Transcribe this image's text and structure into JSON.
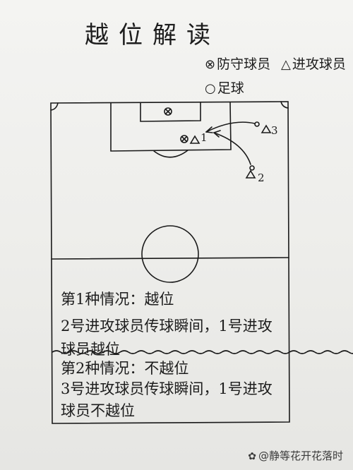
{
  "title": "越位解读",
  "legend": {
    "defender_symbol": "⊗",
    "defender_label": "防守球员",
    "attacker_symbol": "△",
    "attacker_label": "进攻球员",
    "ball_symbol": "○",
    "ball_label": "足球"
  },
  "players": {
    "attacker_1": "1",
    "attacker_2": "2",
    "attacker_3": "3"
  },
  "notes": {
    "case1_title": "第1种情况：越位",
    "case1_line1": "2号进攻球员传球瞬间，1号进攻",
    "case1_line2": "球员越位",
    "case2_title": "第2种情况：不越位",
    "case2_line1": "3号进攻球员传球瞬间，1号进攻",
    "case2_line2": "球员不越位"
  },
  "watermark": "@静等花开花落时"
}
